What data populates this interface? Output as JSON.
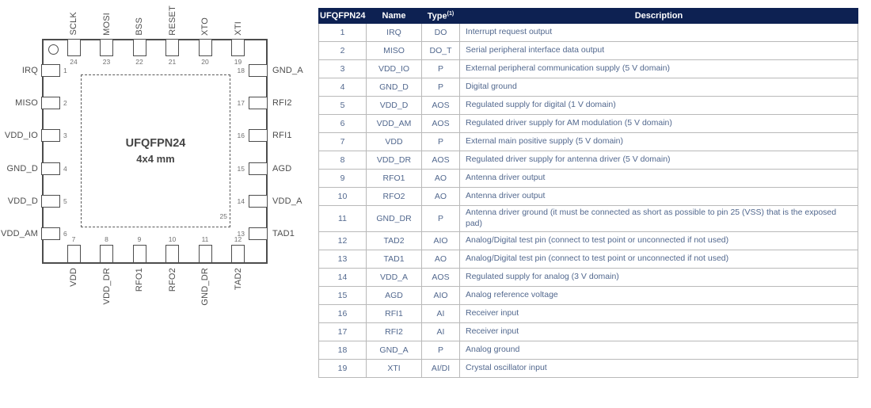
{
  "chip": {
    "title": "UFQFPN24",
    "subtitle": "4x4 mm",
    "exposed_pad_label": "25",
    "pins": {
      "top": [
        {
          "num": "24",
          "label": "SCLK"
        },
        {
          "num": "23",
          "label": "MOSI"
        },
        {
          "num": "22",
          "label": "BSS"
        },
        {
          "num": "21",
          "label": "RESET"
        },
        {
          "num": "20",
          "label": "XTO"
        },
        {
          "num": "19",
          "label": "XTI"
        }
      ],
      "left": [
        {
          "num": "1",
          "label": "IRQ"
        },
        {
          "num": "2",
          "label": "MISO"
        },
        {
          "num": "3",
          "label": "VDD_IO"
        },
        {
          "num": "4",
          "label": "GND_D"
        },
        {
          "num": "5",
          "label": "VDD_D"
        },
        {
          "num": "6",
          "label": "VDD_AM"
        }
      ],
      "right": [
        {
          "num": "18",
          "label": "GND_A"
        },
        {
          "num": "17",
          "label": "RFI2"
        },
        {
          "num": "16",
          "label": "RFI1"
        },
        {
          "num": "15",
          "label": "AGD"
        },
        {
          "num": "14",
          "label": "VDD_A"
        },
        {
          "num": "13",
          "label": "TAD1"
        }
      ],
      "bottom": [
        {
          "num": "7",
          "label": "VDD"
        },
        {
          "num": "8",
          "label": "VDD_DR"
        },
        {
          "num": "9",
          "label": "RFO1"
        },
        {
          "num": "10",
          "label": "RFO2"
        },
        {
          "num": "11",
          "label": "GND_DR"
        },
        {
          "num": "12",
          "label": "TAD2"
        }
      ]
    }
  },
  "table": {
    "headers": [
      {
        "label": "UFQFPN24",
        "sup": ""
      },
      {
        "label": "Name",
        "sup": ""
      },
      {
        "label": "Type",
        "sup": "(1)"
      },
      {
        "label": "Description",
        "sup": ""
      }
    ],
    "rows": [
      {
        "pin": "1",
        "name": "IRQ",
        "type": "DO",
        "description": "Interrupt request output"
      },
      {
        "pin": "2",
        "name": "MISO",
        "type": "DO_T",
        "description": "Serial peripheral interface data output"
      },
      {
        "pin": "3",
        "name": "VDD_IO",
        "type": "P",
        "description": "External peripheral communication supply (5 V domain)"
      },
      {
        "pin": "4",
        "name": "GND_D",
        "type": "P",
        "description": "Digital ground"
      },
      {
        "pin": "5",
        "name": "VDD_D",
        "type": "AOS",
        "description": "Regulated supply for digital (1 V domain)"
      },
      {
        "pin": "6",
        "name": "VDD_AM",
        "type": "AOS",
        "description": "Regulated driver supply for AM modulation (5 V domain)"
      },
      {
        "pin": "7",
        "name": "VDD",
        "type": "P",
        "description": "External main positive supply (5 V domain)"
      },
      {
        "pin": "8",
        "name": "VDD_DR",
        "type": "AOS",
        "description": "Regulated driver supply for antenna driver (5 V domain)"
      },
      {
        "pin": "9",
        "name": "RFO1",
        "type": "AO",
        "description": "Antenna driver output"
      },
      {
        "pin": "10",
        "name": "RFO2",
        "type": "AO",
        "description": "Antenna driver output"
      },
      {
        "pin": "11",
        "name": "GND_DR",
        "type": "P",
        "description": "Antenna driver ground (it must be connected as short as possible to pin 25 (VSS) that is the exposed pad)"
      },
      {
        "pin": "12",
        "name": "TAD2",
        "type": "AIO",
        "description": "Analog/Digital test pin (connect to test point or unconnected if not used)"
      },
      {
        "pin": "13",
        "name": "TAD1",
        "type": "AO",
        "description": "Analog/Digital test pin (connect to test point or unconnected if not used)"
      },
      {
        "pin": "14",
        "name": "VDD_A",
        "type": "AOS",
        "description": "Regulated supply for analog (3 V domain)"
      },
      {
        "pin": "15",
        "name": "AGD",
        "type": "AIO",
        "description": "Analog reference voltage"
      },
      {
        "pin": "16",
        "name": "RFI1",
        "type": "AI",
        "description": "Receiver input"
      },
      {
        "pin": "17",
        "name": "RFI2",
        "type": "AI",
        "description": "Receiver input"
      },
      {
        "pin": "18",
        "name": "GND_A",
        "type": "P",
        "description": "Analog ground"
      },
      {
        "pin": "19",
        "name": "XTI",
        "type": "AI/DI",
        "description": "Crystal oscillator input"
      }
    ]
  },
  "colors": {
    "header_bg": "#0d2152",
    "header_text": "#ffffff",
    "body_text": "#52688e",
    "table_border": "#b9b9b9",
    "diagram_line": "#4d4d4d",
    "pin_number": "#707070"
  }
}
